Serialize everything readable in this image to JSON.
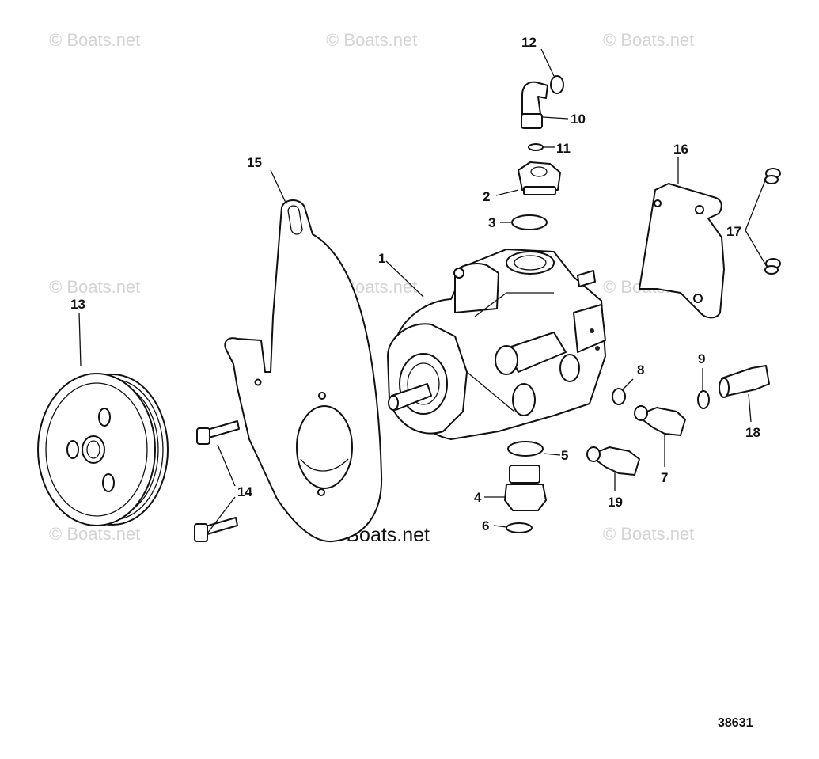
{
  "watermark": {
    "text": "© Boats.net",
    "main_text": "© Boats.net"
  },
  "reference_number": "38631",
  "callouts": {
    "c1": "1",
    "c2": "2",
    "c3": "3",
    "c4": "4",
    "c5": "5",
    "c6": "6",
    "c7": "7",
    "c8": "8",
    "c9": "9",
    "c10": "10",
    "c11": "11",
    "c12": "12",
    "c13": "13",
    "c14": "14",
    "c15": "15",
    "c16": "16",
    "c17": "17",
    "c18": "18",
    "c19": "19"
  }
}
